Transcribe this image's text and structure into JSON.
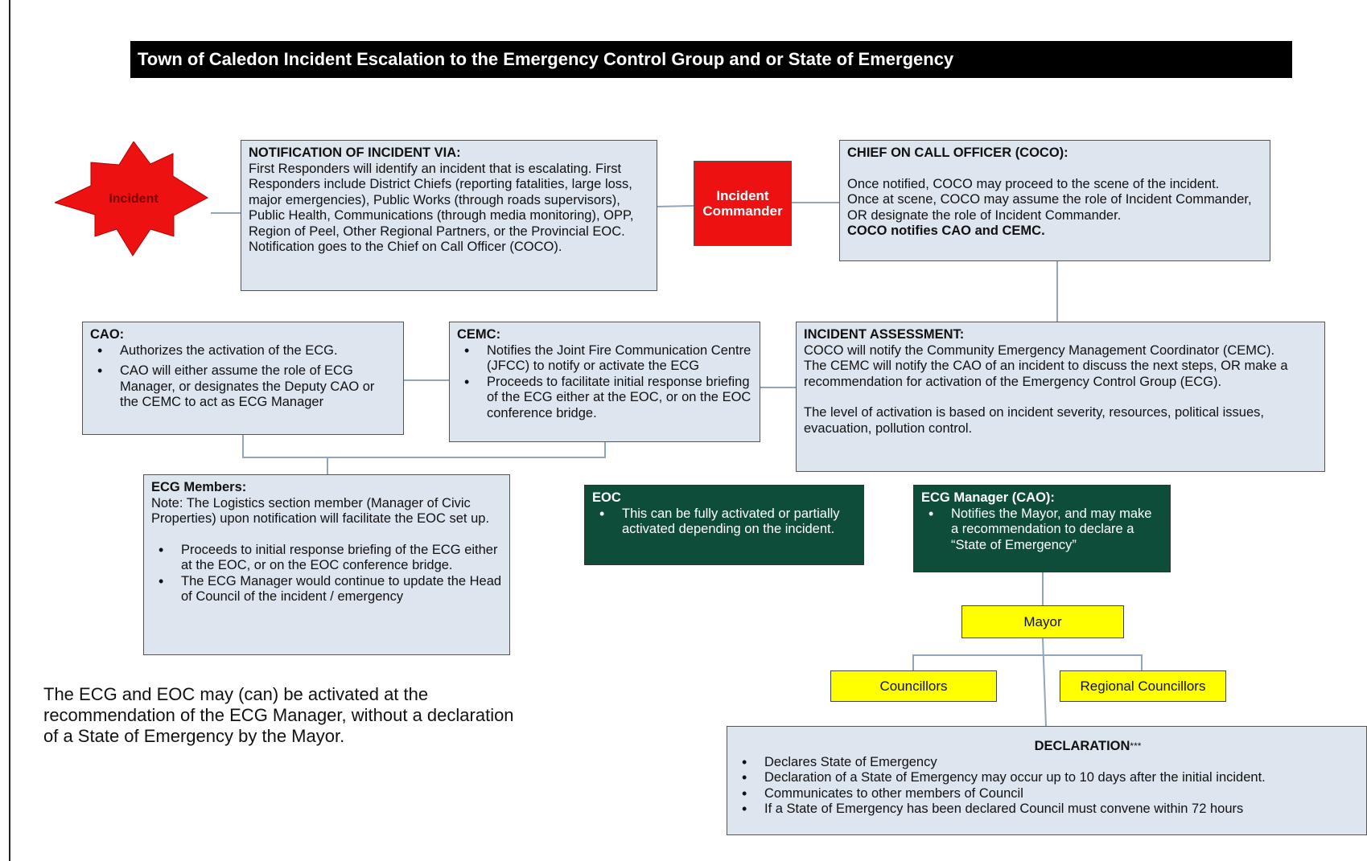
{
  "title": "Town of Caledon Incident Escalation to the Emergency Control Group and or State of Emergency",
  "incident_label": "Incident",
  "notification": {
    "heading": "NOTIFICATION OF INCIDENT VIA:",
    "body": "First Responders will identify an incident that is escalating. First Responders include District Chiefs (reporting fatalities, large loss, major emergencies), Public Works (through roads supervisors), Public Health, Communications (through media monitoring), OPP, Region of Peel, Other Regional Partners, or the Provincial EOC. Notification goes to the Chief on Call Officer (COCO)."
  },
  "incident_commander": "Incident Commander",
  "coco": {
    "heading": "CHIEF ON CALL OFFICER (COCO):",
    "para1": "Once notified, COCO may proceed to the scene of the incident.",
    "para2": "Once at scene, COCO may assume the role of Incident Commander, OR designate the role of Incident Commander.",
    "para3": "COCO notifies CAO and CEMC."
  },
  "cao": {
    "heading": "CAO:",
    "items": [
      "Authorizes the activation of the ECG.",
      "CAO will either assume the role of ECG Manager, or designates the Deputy CAO or the CEMC to act as ECG Manager"
    ]
  },
  "cemc": {
    "heading": "CEMC:",
    "items": [
      "Notifies the Joint Fire Communication Centre (JFCC) to notify or activate the ECG",
      "Proceeds to facilitate initial response briefing of the ECG either at the EOC, or on the EOC conference bridge."
    ]
  },
  "assessment": {
    "heading": "INCIDENT ASSESSMENT:",
    "para1": "COCO will notify the Community Emergency Management Coordinator (CEMC).",
    "para2": "The CEMC will notify the CAO  of an incident to discuss the next steps, OR make a recommendation for activation of the Emergency Control Group (ECG).",
    "para3": "The level of activation is based on incident severity, resources, political issues, evacuation, pollution control."
  },
  "ecg_members": {
    "heading": "ECG Members:",
    "note": "Note: The Logistics section member (Manager of Civic Properties) upon notification will facilitate the EOC set up.",
    "items": [
      "Proceeds to initial response briefing of the ECG either at the EOC, or on the EOC conference bridge.",
      "The ECG Manager would continue to update the Head of Council of the incident / emergency"
    ]
  },
  "eoc": {
    "heading": "EOC",
    "items": [
      "This can be fully activated or partially activated depending on the incident."
    ]
  },
  "ecg_manager": {
    "heading": "ECG Manager (CAO):",
    "items": [
      "Notifies the Mayor, and may make a recommendation to declare a “State of Emergency”"
    ]
  },
  "mayor": "Mayor",
  "councillors": "Councillors",
  "regional_councillors": "Regional Councillors",
  "declaration": {
    "heading": "DECLARATION",
    "heading_suffix": "***",
    "items": [
      "Declares State of Emergency",
      "Declaration of a State of Emergency may occur up to 10 days after the initial incident.",
      "Communicates to other members of Council",
      "If a State of Emergency has been declared Council must convene within 72 hours"
    ]
  },
  "footnote": "The ECG and EOC may (can) be activated at the recommendation of the ECG Manager,  without a declaration of a State of Emergency by the Mayor.",
  "colors": {
    "box_fill": "#dde5ef",
    "title_bar": "#000000",
    "incident_star": "#ee1111",
    "incident_commander": "#ee1111",
    "green_boxes": "#0e4d3a",
    "yellow_boxes": "#ffff00",
    "connector": "#8fa6bd"
  }
}
